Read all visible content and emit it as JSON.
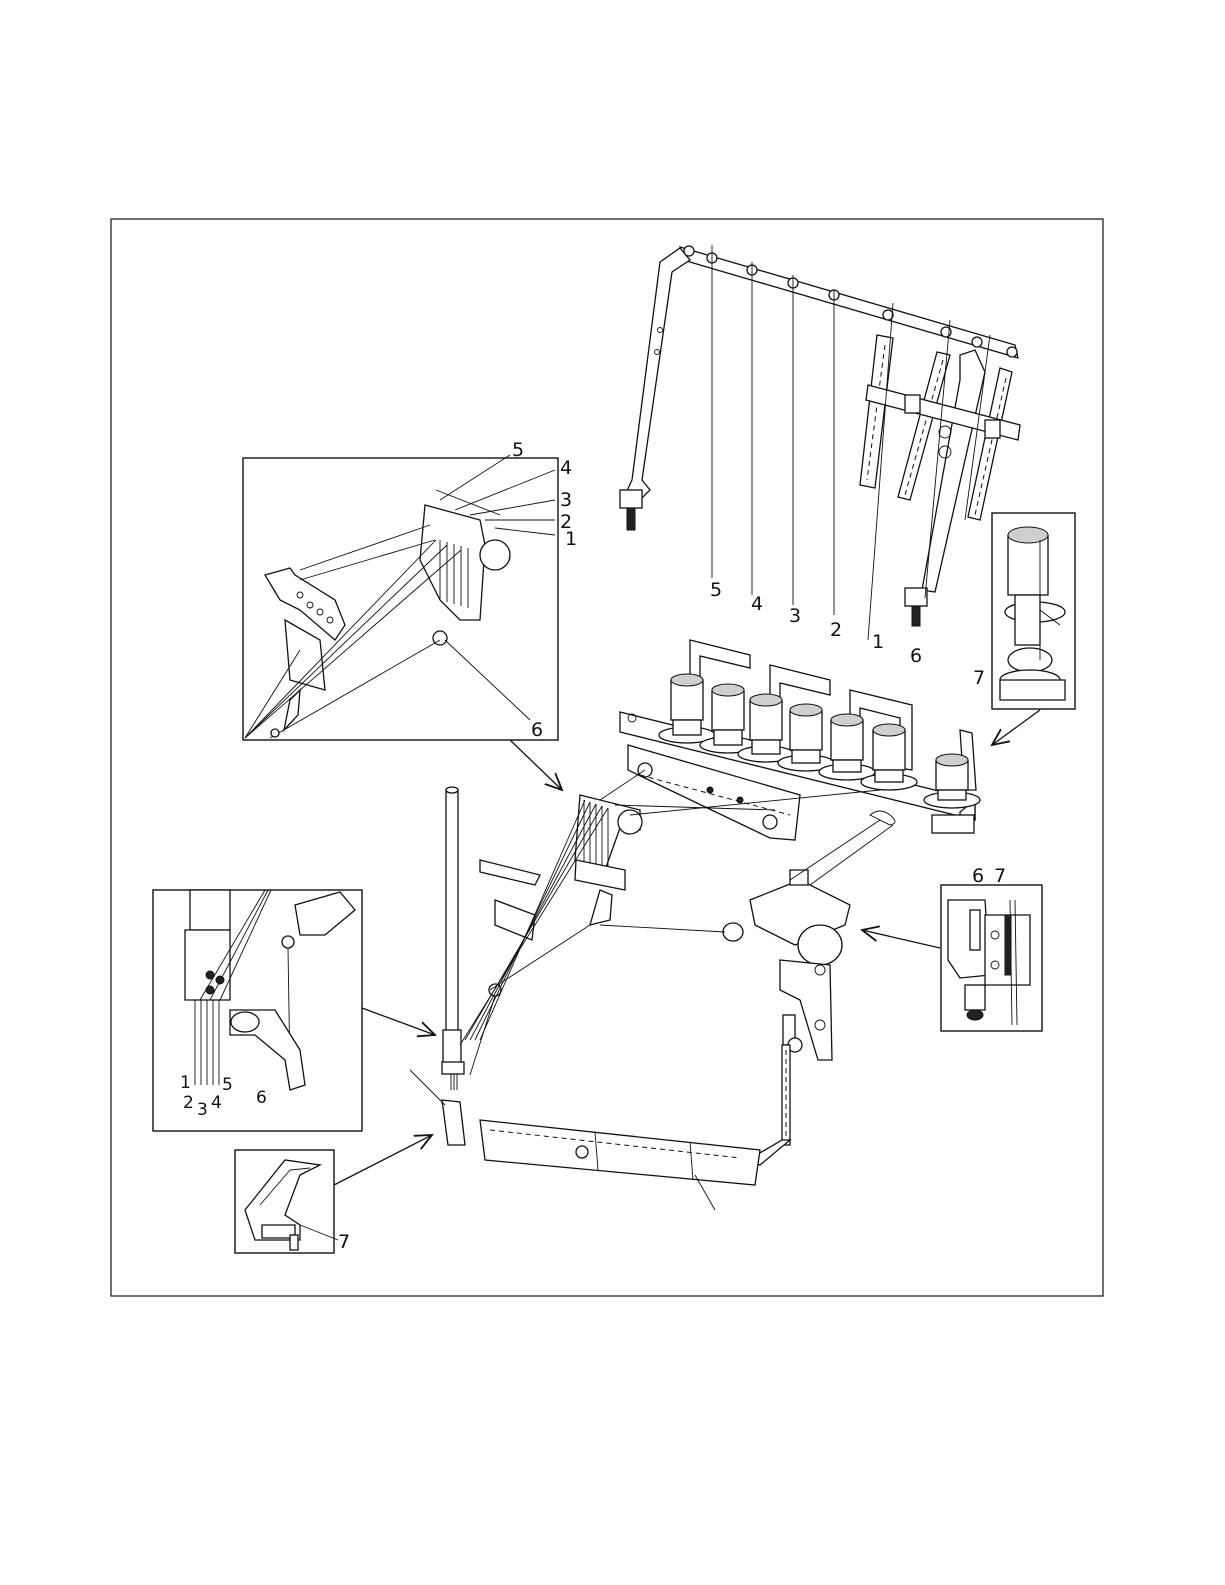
{
  "diagram": {
    "description_labels": {
      "top_inset": [
        "5",
        "4",
        "3",
        "2",
        "1",
        "6"
      ],
      "rack": [
        "5",
        "4",
        "3",
        "2",
        "1",
        "6",
        "7"
      ],
      "right_inset": [
        "6",
        "7"
      ],
      "left_inset": [
        "1",
        "2",
        "3",
        "4",
        "5",
        "6"
      ],
      "bottom_inset": [
        "7"
      ]
    }
  }
}
